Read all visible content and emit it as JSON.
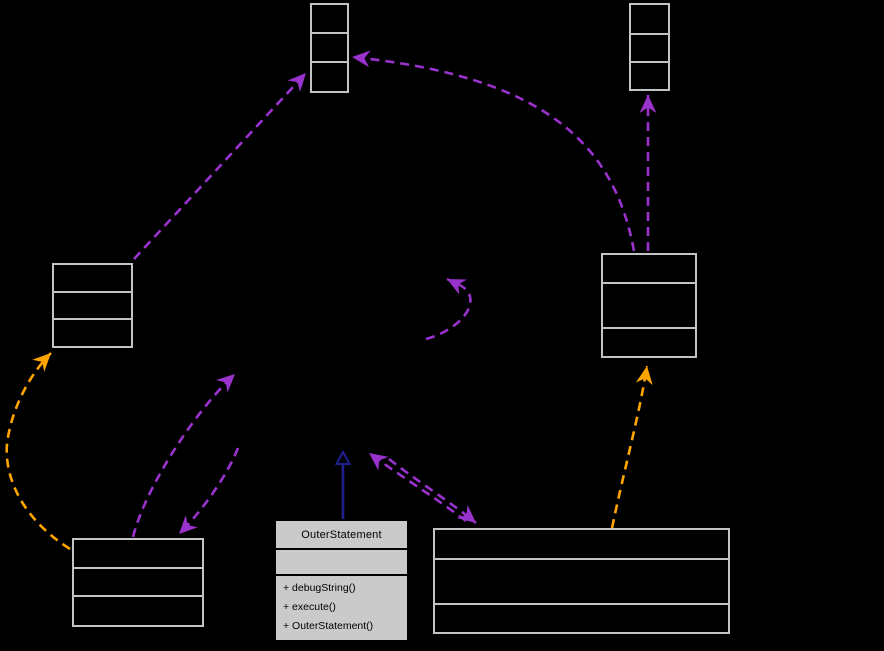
{
  "diagram": {
    "type": "uml-collaboration-graph",
    "focus_node": {
      "title": "OuterStatement",
      "members": [
        "+ debugString()",
        "+ execute()",
        "+ OuterStatement()"
      ]
    },
    "colors": {
      "background": "#000000",
      "node_border": "#c3c3c3",
      "node_fill": "#000000",
      "focus_node_fill": "#cacaca",
      "focus_node_text": "#000000",
      "usage_edge": "#9a32cd",
      "template_edge": "#ffa500",
      "inheritance_edge": "#1f1f90"
    },
    "edge_counts": {
      "purple_dashed_usage_edges": 9,
      "orange_dashed_template_edges": 2,
      "blue_solid_inheritance_edges": 1
    },
    "unlabeled_node_count": 6
  }
}
